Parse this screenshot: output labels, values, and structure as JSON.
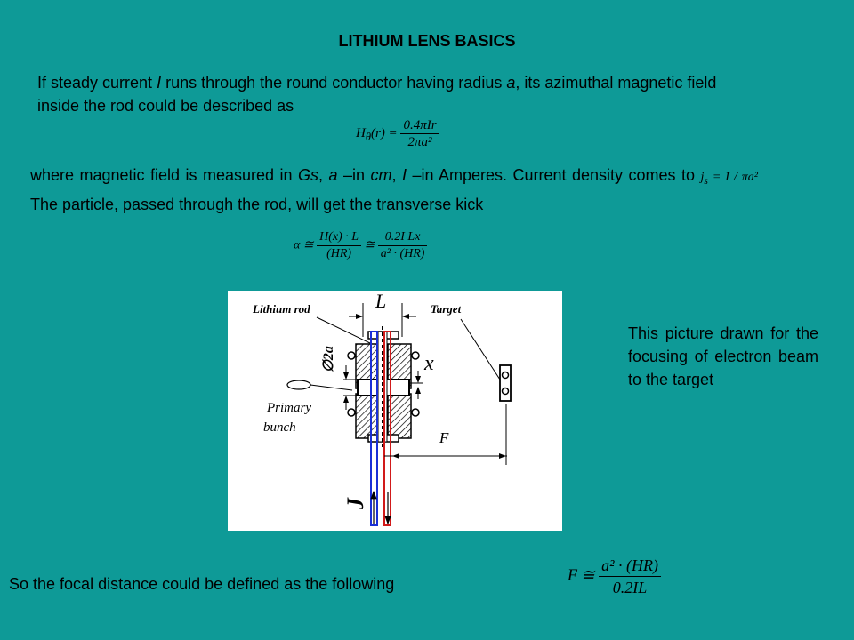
{
  "slide": {
    "title": "LITHIUM LENS BASICS",
    "intro": {
      "before_I": "If steady current  ",
      "I": "I",
      "before_a": "  runs through the round conductor having radius ",
      "a": "a",
      "after_a": ", its azimuthal magnetic field inside the rod could be described as"
    },
    "eq_field": {
      "lhs": "H",
      "sub": "θ",
      "arg": "(r) = ",
      "num": "0.4πIr",
      "den": "2πa²"
    },
    "para2": {
      "t1": "where magnetic field is measured in ",
      "gs": "Gs",
      "t2": ", ",
      "a": "a",
      "t3": " –in  ",
      "cm": "cm",
      "t4": ", ",
      "I": "I",
      "t5": "   –in Amperes.  Current density comes to ",
      "jeq": "j",
      "jsub": "s",
      "jrest": " = I / πa²",
      "t6": " The particle, passed through the rod, will get the transverse kick"
    },
    "eq_kick": {
      "lhs": "α ≅ ",
      "n1": "H(x) · L",
      "d1": "(HR)",
      "mid": " ≅ ",
      "n2": "0.2I Lx",
      "d2": "a² · (HR)"
    },
    "figure_labels": {
      "lithium_rod": "Lithium rod",
      "target": "Target",
      "L": "L",
      "diameter": "∅2a",
      "x": "x",
      "primary": "Primary",
      "bunch": "bunch",
      "F": "F",
      "J": "J"
    },
    "side_text": "This picture drawn for the focusing of electron beam to the target",
    "focal_text": "So the focal distance could be defined as the following",
    "eq_focal": {
      "lhs": "F ≅ ",
      "num": "a² · (HR)",
      "den": "0.2IL"
    },
    "colors": {
      "background": "#0e9a97",
      "current_out": "#1a2fd6",
      "current_in": "#d11a1a"
    }
  }
}
